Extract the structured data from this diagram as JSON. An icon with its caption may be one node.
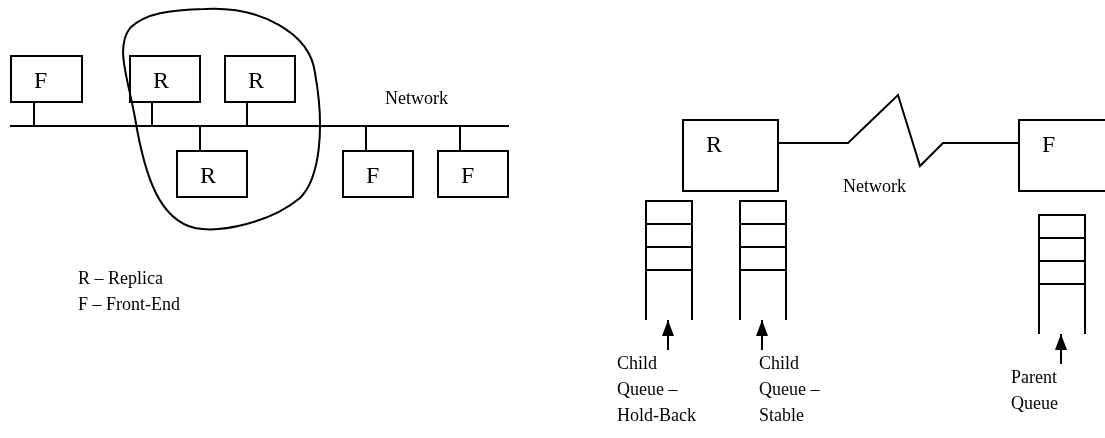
{
  "diagram": {
    "nodes": [
      {
        "text": [
          "F"
        ]
      },
      {
        "text": [],
        "shape": "circle"
      },
      {
        "text": [
          "R"
        ],
        "in": 1
      },
      {
        "text": [
          "R"
        ],
        "in": 1
      },
      {
        "text": [
          "R"
        ],
        "in": 1
      },
      {
        "text": [
          "F"
        ]
      },
      {
        "text": [
          "F"
        ]
      },
      {
        "text": [],
        "shape": "bar",
        "beside": [
          "Network"
        ]
      },
      {
        "text": [
          "R"
        ]
      },
      {
        "text": [
          "F"
        ]
      },
      {
        "text": [],
        "shape": "box"
      },
      {
        "text": [],
        "shape": "box"
      },
      {
        "text": [],
        "shape": "box"
      },
      {
        "text": [
          "Child Queue – Hold-Back"
        ]
      },
      {
        "text": [
          "Child Queue – Stable"
        ]
      },
      {
        "text": [
          "Parent Queue"
        ]
      }
    ],
    "edges": [
      {
        "from": 0,
        "to": 7,
        "arrow": "none"
      },
      {
        "from": 2,
        "to": 7,
        "arrow": "none"
      },
      {
        "from": 3,
        "to": 7,
        "arrow": "none"
      },
      {
        "from": 4,
        "to": 7,
        "arrow": "none"
      },
      {
        "from": 5,
        "to": 7,
        "arrow": "none"
      },
      {
        "from": 6,
        "to": 7,
        "arrow": "none"
      },
      {
        "from": 8,
        "to": 9,
        "arrow": "none",
        "label": "Network"
      },
      {
        "from": 13,
        "to": 10,
        "arrow": "to"
      },
      {
        "from": 14,
        "to": 11,
        "arrow": "to"
      },
      {
        "from": 15,
        "to": 12,
        "arrow": "to"
      }
    ],
    "labels": [
      "R – Replica",
      "F – Front-End"
    ]
  }
}
